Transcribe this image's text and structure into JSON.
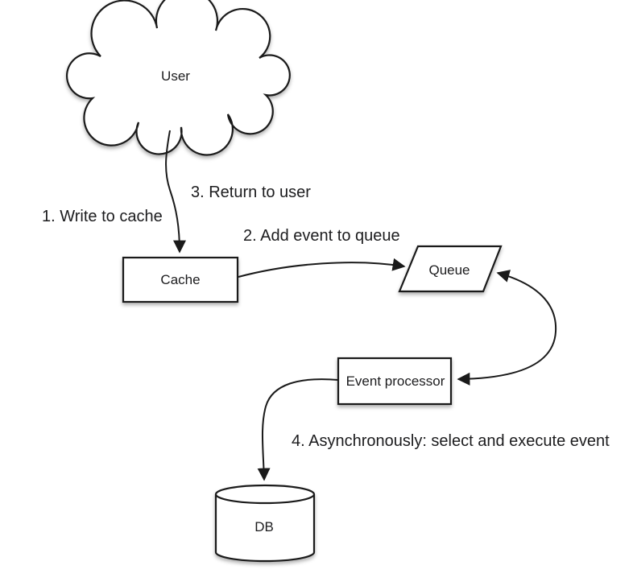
{
  "diagram": {
    "nodes": {
      "user": {
        "label": "User",
        "shape": "cloud"
      },
      "cache": {
        "label": "Cache",
        "shape": "rectangle"
      },
      "queue": {
        "label": "Queue",
        "shape": "parallelogram"
      },
      "event_processor": {
        "label": "Event processor",
        "shape": "rectangle"
      },
      "db": {
        "label": "DB",
        "shape": "cylinder"
      }
    },
    "steps": {
      "step1": "1. Write to cache",
      "step2": "2. Add event to queue",
      "step3": "3. Return to user",
      "step4": "4. Asynchronously: select and execute event"
    },
    "edges": [
      {
        "from": "user",
        "to": "cache",
        "labels": [
          "1. Write to cache",
          "3. Return to user"
        ],
        "arrows": "end"
      },
      {
        "from": "cache",
        "to": "queue",
        "labels": [
          "2. Add event to queue"
        ],
        "arrows": "end"
      },
      {
        "from": "queue",
        "to": "event_processor",
        "labels": [],
        "arrows": "both"
      },
      {
        "from": "event_processor",
        "to": "db",
        "labels": [
          "4. Asynchronously: select and execute event"
        ],
        "arrows": "end"
      }
    ],
    "colors": {
      "line": "#1a1a1a",
      "node_fill": "#ffffff",
      "text": "#1c1c1e",
      "background": "#ffffff"
    }
  }
}
